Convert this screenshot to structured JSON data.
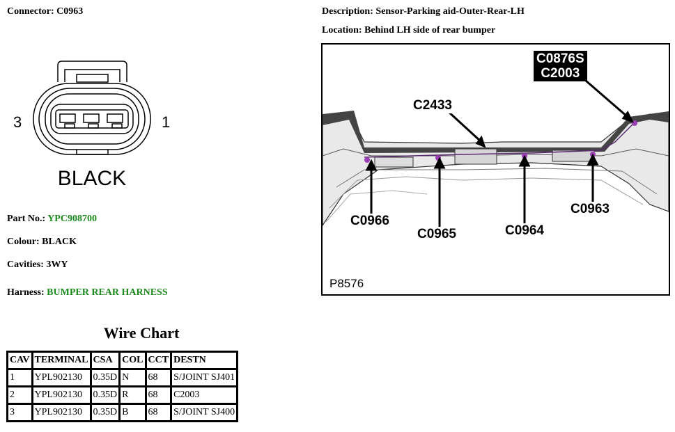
{
  "connector": {
    "label": "Connector:",
    "value": "C0963"
  },
  "description": {
    "label": "Description:",
    "value": "Sensor-Parking aid-Outer-Rear-LH"
  },
  "location": {
    "label": "Location:",
    "value": "Behind LH side of rear bumper"
  },
  "drawing": {
    "pin_left": "3",
    "pin_right": "1",
    "color_text": "BLACK"
  },
  "part": {
    "label": "Part No.:",
    "value": "YPC908700"
  },
  "colour": {
    "label": "Colour:",
    "value": "BLACK"
  },
  "cavities": {
    "label": "Cavities:",
    "value": "3WY"
  },
  "harness": {
    "label": "Harness:",
    "value": "BUMPER REAR HARNESS"
  },
  "photo": {
    "callouts": {
      "c0876s": "C0876S",
      "c2003": "C2003",
      "c2433": "C2433",
      "c0966": "C0966",
      "c0965": "C0965",
      "c0964": "C0964",
      "c0963": "C0963"
    },
    "figure_ref": "P8576"
  },
  "wire_chart": {
    "title": "Wire Chart",
    "headers": [
      "CAV",
      "TERMINAL",
      "CSA",
      "COL",
      "CCT",
      "DESTN"
    ],
    "rows": [
      [
        "1",
        "YPL902130",
        "0.35D",
        "N",
        "68",
        "S/JOINT SJ401"
      ],
      [
        "2",
        "YPL902130",
        "0.35D",
        "R",
        "68",
        "C2003"
      ],
      [
        "3",
        "YPL902130",
        "0.35D",
        "B",
        "68",
        "S/JOINT SJ400"
      ]
    ]
  },
  "colors": {
    "accent_green": "#1c8a1c"
  }
}
